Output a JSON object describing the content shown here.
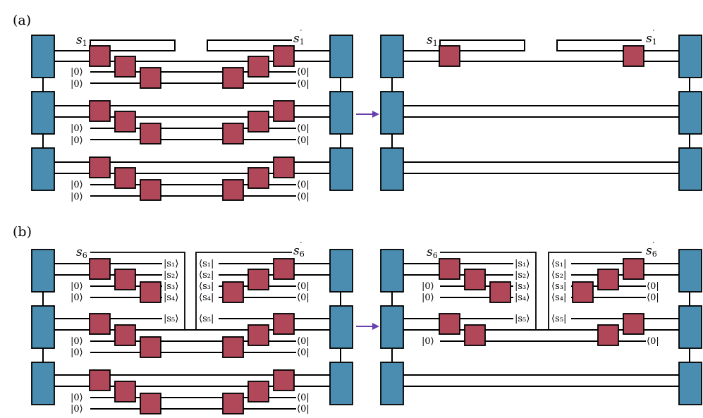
{
  "panels": {
    "a": {
      "label": "(a)"
    },
    "b": {
      "label": "(b)"
    }
  },
  "symbols": {
    "s_base": "s",
    "sub1": "1",
    "sub6": "6",
    "prime": "′"
  },
  "states": {
    "ket0": "|0⟩",
    "bra0": "⟨0|",
    "ket_s1": "|s₁⟩",
    "ket_s2": "|s₂⟩",
    "ket_s3": "|s₃⟩",
    "ket_s4": "|s₄⟩",
    "ket_s5": "|s₅⟩",
    "bra_s1": "⟨s₁|",
    "bra_s2": "⟨s₂|",
    "bra_s3": "⟨s₃|",
    "bra_s4": "⟨s₄|",
    "bra_s5": "⟨s₅|"
  },
  "colors": {
    "tensor": "#4a8db0",
    "gate": "#b0485a",
    "arrow": "#6a3fb0"
  }
}
